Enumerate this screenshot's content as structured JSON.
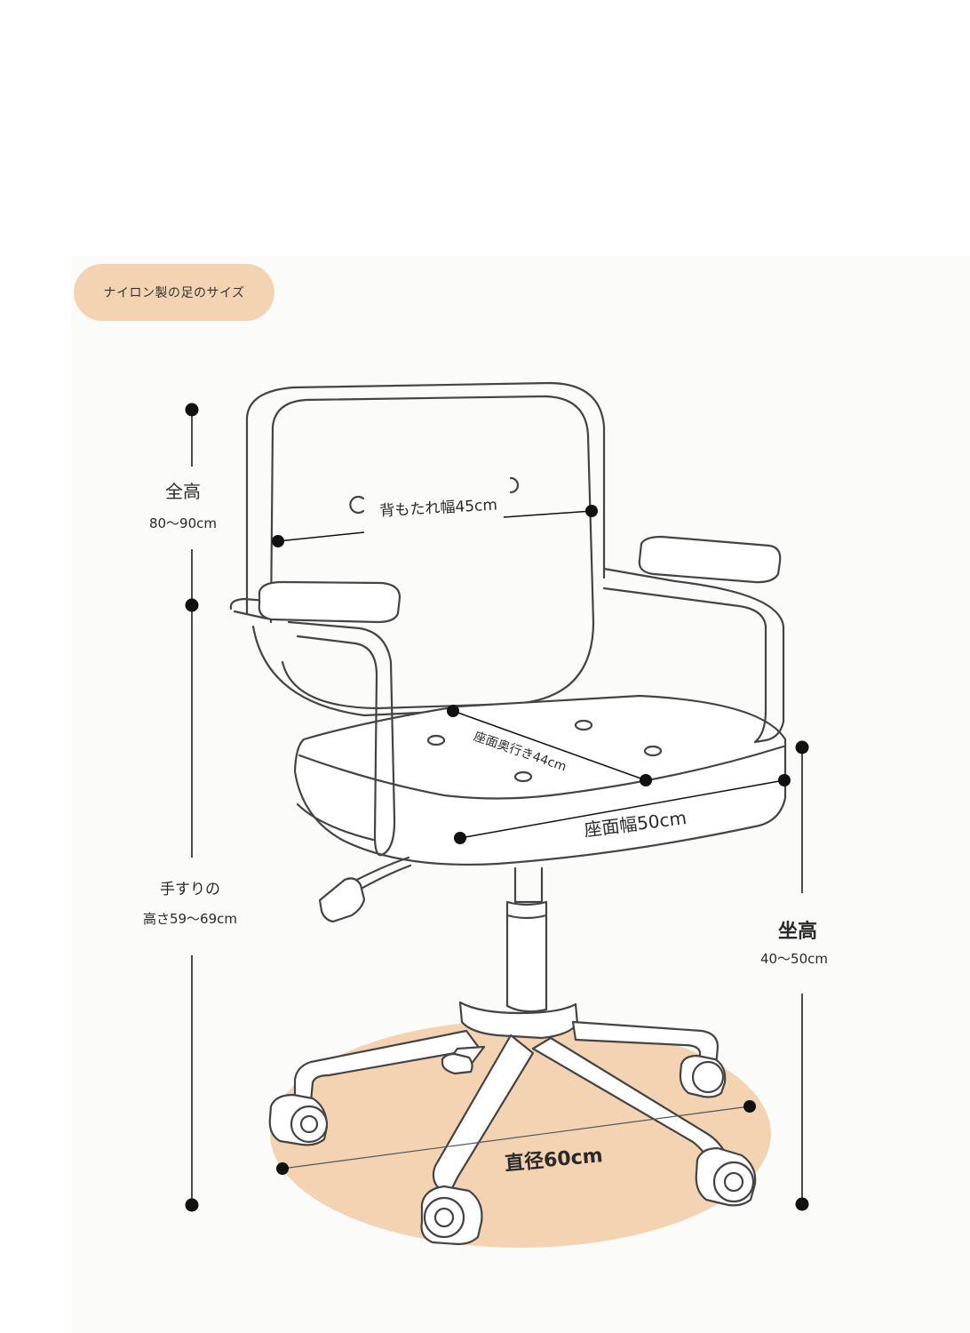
{
  "badge": {
    "label": "ナイロン製の足のサイズ"
  },
  "dimensions": {
    "total_height": {
      "title": "全高",
      "value": "80〜90cm"
    },
    "backrest_width": {
      "label": "背もたれ幅45cm"
    },
    "armrest_height": {
      "title": "手すりの",
      "value": "高さ59〜69cm"
    },
    "seat_depth": {
      "label": "座面奥行き44cm"
    },
    "seat_width": {
      "label": "座面幅50cm"
    },
    "seat_height": {
      "title": "坐高",
      "value": "40〜50cm"
    },
    "base_diameter": {
      "label": "直径60cm"
    }
  },
  "colors": {
    "badge": "#f4d3b2",
    "base_shadow": "#f4d3b2",
    "line": "#444444",
    "panel": "#fbfbfa"
  }
}
